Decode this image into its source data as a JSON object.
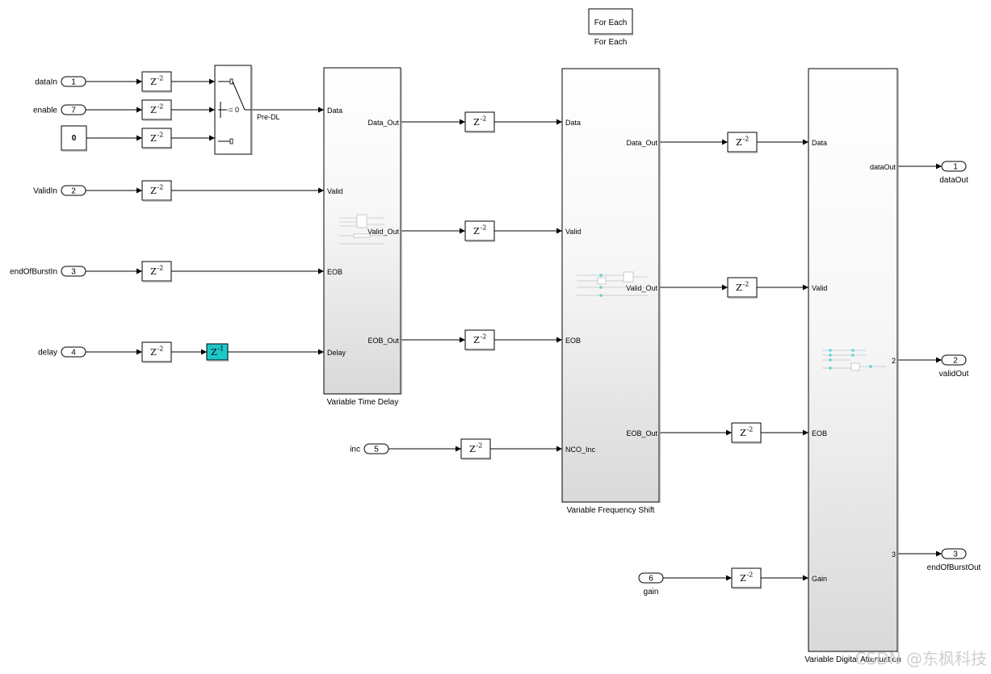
{
  "inports": [
    {
      "number": "1",
      "name": "dataIn"
    },
    {
      "number": "7",
      "name": "enable"
    },
    {
      "number": "2",
      "name": "ValidIn"
    },
    {
      "number": "3",
      "name": "endOfBurstIn"
    },
    {
      "number": "4",
      "name": "delay"
    },
    {
      "number": "5",
      "name": "inc"
    },
    {
      "number": "6",
      "name": "gain"
    }
  ],
  "outports": [
    {
      "number": "1",
      "name": "dataOut"
    },
    {
      "number": "2",
      "name": "validOut"
    },
    {
      "number": "3",
      "name": "endOfBurstOut"
    }
  ],
  "constant": {
    "value": "0"
  },
  "delay": {
    "base": "Z",
    "exp2": "-2",
    "exp1": "-1"
  },
  "switch": {
    "criteria": "~= 0",
    "output_label": "Pre-DL"
  },
  "for_each": {
    "block_text": "For Each",
    "name": "For Each"
  },
  "subsystems": {
    "vtd": {
      "name": "Variable Time Delay",
      "inputs": [
        "Data",
        "Valid",
        "EOB",
        "Delay"
      ],
      "outputs": [
        "Data_Out",
        "Valid_Out",
        "EOB_Out"
      ]
    },
    "vfs": {
      "name": "Variable Frequency Shift",
      "inputs": [
        "Data",
        "Valid",
        "EOB",
        "NCO_Inc"
      ],
      "outputs": [
        "Data_Out",
        "Valid_Out",
        "EOB_Out"
      ]
    },
    "vda": {
      "name": "Variable Digital Attenuation",
      "inputs": [
        "Data",
        "Valid",
        "EOB",
        "Gain"
      ],
      "outputs": [
        "dataOut",
        "2",
        "3"
      ]
    }
  },
  "colors": {
    "highlight_delay": "#1ec8c8",
    "line": "#000000",
    "thumb_accent": "#5fd3d3"
  },
  "watermark": "CSDN @东枫科技"
}
